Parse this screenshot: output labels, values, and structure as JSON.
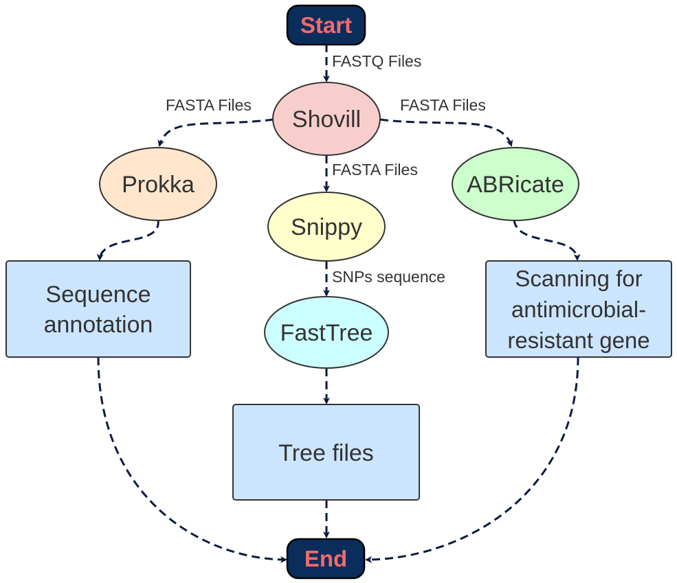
{
  "nodes": {
    "start": {
      "label": "Start",
      "fill": "#0b2d5c",
      "text_color": "#f26b6b"
    },
    "shovill": {
      "label": "Shovill",
      "fill": "#f8cecc"
    },
    "prokka": {
      "label": "Prokka",
      "fill": "#ffe6cc"
    },
    "snippy": {
      "label": "Snippy",
      "fill": "#ffffcc"
    },
    "abricate": {
      "label": "ABRicate",
      "fill": "#ccffcc"
    },
    "fasttree": {
      "label": "FastTree",
      "fill": "#ccffff"
    },
    "sequence_annotation": {
      "lines": [
        "Sequence",
        "annotation"
      ],
      "fill": "#cce5ff"
    },
    "scanning": {
      "lines": [
        "Scanning for",
        "antimicrobial-",
        "resistant gene"
      ],
      "fill": "#cce5ff"
    },
    "tree_files": {
      "label": "Tree files",
      "fill": "#cce5ff"
    },
    "end": {
      "label": "End",
      "fill": "#0b2d5c",
      "text_color": "#f26b6b"
    }
  },
  "edges": {
    "start_shovill": "FASTQ Files",
    "shovill_prokka": "FASTA Files",
    "shovill_abricate": "FASTA Files",
    "shovill_snippy": "FASTA Files",
    "snippy_fasttree": "SNPs sequence"
  },
  "colors": {
    "edge": "#0a1a40",
    "stroke": "#333333",
    "text": "#333333"
  }
}
